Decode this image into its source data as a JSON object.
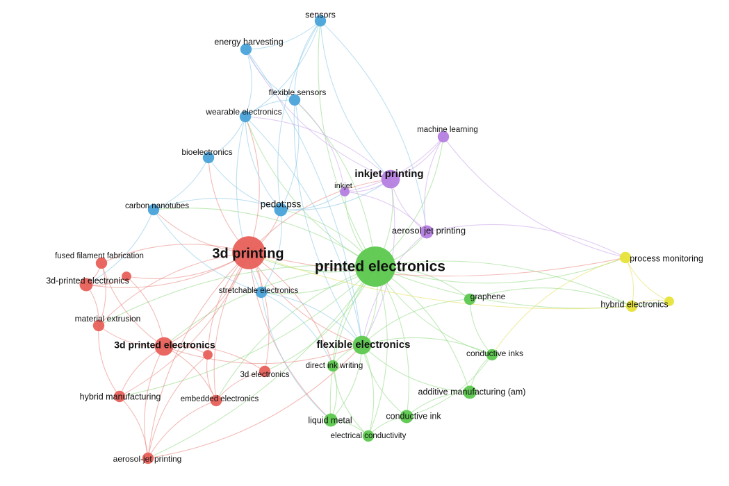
{
  "clusters": {
    "red": {
      "color": "#e8605a",
      "edge": "#e8837c"
    },
    "green": {
      "color": "#5cc84e",
      "edge": "#8ed97f"
    },
    "blue": {
      "color": "#4aa3d9",
      "edge": "#86c6e6"
    },
    "purple": {
      "color": "#b57ee0",
      "edge": "#c9a2ea"
    },
    "yellow": {
      "color": "#e6e33a",
      "edge": "#e4df5a"
    }
  },
  "nodes": [
    {
      "id": "printed-electronics",
      "label": "printed electronics",
      "cluster": "green",
      "weight": 10
    },
    {
      "id": "3d-printing",
      "label": "3d printing",
      "cluster": "red",
      "weight": 8
    },
    {
      "id": "inkjet-printing",
      "label": "inkjet printing",
      "cluster": "purple",
      "weight": 4
    },
    {
      "id": "flexible-electronics",
      "label": "flexible electronics",
      "cluster": "green",
      "weight": 4
    },
    {
      "id": "3d-printed-electronics",
      "label": "3d printed electronics",
      "cluster": "red",
      "weight": 4
    },
    {
      "id": "sensors",
      "label": "sensors",
      "cluster": "blue",
      "weight": 2
    },
    {
      "id": "energy-harvesting",
      "label": "energy harvesting",
      "cluster": "blue",
      "weight": 2
    },
    {
      "id": "flexible-sensors",
      "label": "flexible sensors",
      "cluster": "blue",
      "weight": 2
    },
    {
      "id": "wearable-electronics",
      "label": "wearable electronics",
      "cluster": "blue",
      "weight": 2
    },
    {
      "id": "bioelectronics",
      "label": "bioelectronics",
      "cluster": "blue",
      "weight": 2
    },
    {
      "id": "carbon-nanotubes",
      "label": "carbon nanotubes",
      "cluster": "blue",
      "weight": 2
    },
    {
      "id": "pedot-pss",
      "label": "pedot:pss",
      "cluster": "blue",
      "weight": 2.5
    },
    {
      "id": "stretchable-electronics",
      "label": "stretchable electronics",
      "cluster": "blue",
      "weight": 2
    },
    {
      "id": "machine-learning",
      "label": "machine learning",
      "cluster": "purple",
      "weight": 2
    },
    {
      "id": "inkjet",
      "label": "inkjet",
      "cluster": "purple",
      "weight": 1.5
    },
    {
      "id": "aerosol-jet-printing",
      "label": "aerosol jet printing",
      "cluster": "purple",
      "weight": 2.5
    },
    {
      "id": "fused-filament-fabrication",
      "label": "fused filament fabrication",
      "cluster": "red",
      "weight": 2
    },
    {
      "id": "3d-printed-electronics-hyphen",
      "label": "3d-printed electronics",
      "cluster": "red",
      "weight": 2.5
    },
    {
      "id": "material-extrusion",
      "label": "material extrusion",
      "cluster": "red",
      "weight": 2
    },
    {
      "id": "hybrid-manufacturing",
      "label": "hybrid manufacturing",
      "cluster": "red",
      "weight": 2
    },
    {
      "id": "embedded-electronics",
      "label": "embedded electronics",
      "cluster": "red",
      "weight": 2
    },
    {
      "id": "3d-electronics",
      "label": "3d electronics",
      "cluster": "red",
      "weight": 2
    },
    {
      "id": "aerosol-jet-printing-hyphen",
      "label": "aerosol-jet printing",
      "cluster": "red",
      "weight": 2
    },
    {
      "id": "red-unlabeled-1",
      "label": "",
      "cluster": "red",
      "weight": 1.5
    },
    {
      "id": "red-unlabeled-2",
      "label": "",
      "cluster": "red",
      "weight": 1.5
    },
    {
      "id": "graphene",
      "label": "graphene",
      "cluster": "green",
      "weight": 2
    },
    {
      "id": "conductive-inks",
      "label": "conductive inks",
      "cluster": "green",
      "weight": 2
    },
    {
      "id": "additive-manufacturing-am",
      "label": "additive manufacturing (am)",
      "cluster": "green",
      "weight": 2.5
    },
    {
      "id": "direct-ink-writing",
      "label": "direct ink writing",
      "cluster": "green",
      "weight": 2
    },
    {
      "id": "conductive-ink",
      "label": "conductive ink",
      "cluster": "green",
      "weight": 2.5
    },
    {
      "id": "liquid-metal",
      "label": "liquid metal",
      "cluster": "green",
      "weight": 2.5
    },
    {
      "id": "electrical-conductivity",
      "label": "electrical conductivity",
      "cluster": "green",
      "weight": 2
    },
    {
      "id": "process-monitoring",
      "label": "process monitoring",
      "cluster": "yellow",
      "weight": 2
    },
    {
      "id": "hybrid-electronics",
      "label": "hybrid electronics",
      "cluster": "yellow",
      "weight": 2
    },
    {
      "id": "yellow-unlabeled-1",
      "label": "",
      "cluster": "yellow",
      "weight": 1.5
    }
  ],
  "edges": [
    [
      "printed-electronics",
      "3d-printing"
    ],
    [
      "printed-electronics",
      "inkjet-printing"
    ],
    [
      "printed-electronics",
      "flexible-electronics"
    ],
    [
      "printed-electronics",
      "3d-printed-electronics"
    ],
    [
      "printed-electronics",
      "sensors"
    ],
    [
      "printed-electronics",
      "flexible-sensors"
    ],
    [
      "printed-electronics",
      "wearable-electronics"
    ],
    [
      "printed-electronics",
      "pedot-pss"
    ],
    [
      "printed-electronics",
      "stretchable-electronics"
    ],
    [
      "printed-electronics",
      "machine-learning"
    ],
    [
      "printed-electronics",
      "inkjet"
    ],
    [
      "printed-electronics",
      "aerosol-jet-printing"
    ],
    [
      "printed-electronics",
      "graphene"
    ],
    [
      "printed-electronics",
      "conductive-inks"
    ],
    [
      "printed-electronics",
      "additive-manufacturing-am"
    ],
    [
      "printed-electronics",
      "direct-ink-writing"
    ],
    [
      "printed-electronics",
      "conductive-ink"
    ],
    [
      "printed-electronics",
      "liquid-metal"
    ],
    [
      "printed-electronics",
      "electrical-conductivity"
    ],
    [
      "printed-electronics",
      "process-monitoring"
    ],
    [
      "printed-electronics",
      "hybrid-electronics"
    ],
    [
      "printed-electronics",
      "yellow-unlabeled-1"
    ],
    [
      "printed-electronics",
      "3d-electronics"
    ],
    [
      "printed-electronics",
      "embedded-electronics"
    ],
    [
      "printed-electronics",
      "hybrid-manufacturing"
    ],
    [
      "printed-electronics",
      "material-extrusion"
    ],
    [
      "printed-electronics",
      "aerosol-jet-printing-hyphen"
    ],
    [
      "printed-electronics",
      "carbon-nanotubes"
    ],
    [
      "3d-printing",
      "3d-printed-electronics"
    ],
    [
      "3d-printing",
      "fused-filament-fabrication"
    ],
    [
      "3d-printing",
      "3d-printed-electronics-hyphen"
    ],
    [
      "3d-printing",
      "material-extrusion"
    ],
    [
      "3d-printing",
      "hybrid-manufacturing"
    ],
    [
      "3d-printing",
      "embedded-electronics"
    ],
    [
      "3d-printing",
      "3d-electronics"
    ],
    [
      "3d-printing",
      "aerosol-jet-printing-hyphen"
    ],
    [
      "3d-printing",
      "carbon-nanotubes"
    ],
    [
      "3d-printing",
      "pedot-pss"
    ],
    [
      "3d-printing",
      "stretchable-electronics"
    ],
    [
      "3d-printing",
      "wearable-electronics"
    ],
    [
      "3d-printing",
      "bioelectronics"
    ],
    [
      "3d-printing",
      "flexible-electronics"
    ],
    [
      "3d-printing",
      "inkjet-printing"
    ],
    [
      "3d-printing",
      "process-monitoring"
    ],
    [
      "3d-printing",
      "direct-ink-writing"
    ],
    [
      "3d-printing",
      "liquid-metal"
    ],
    [
      "3d-printing",
      "red-unlabeled-1"
    ],
    [
      "3d-printing",
      "red-unlabeled-2"
    ],
    [
      "3d-printed-electronics",
      "material-extrusion"
    ],
    [
      "3d-printed-electronics",
      "hybrid-manufacturing"
    ],
    [
      "3d-printed-electronics",
      "embedded-electronics"
    ],
    [
      "3d-printed-electronics",
      "aerosol-jet-printing-hyphen"
    ],
    [
      "3d-printed-electronics",
      "fused-filament-fabrication"
    ],
    [
      "3d-printed-electronics",
      "red-unlabeled-1"
    ],
    [
      "3d-printed-electronics",
      "red-unlabeled-2"
    ],
    [
      "3d-printed-electronics",
      "flexible-electronics"
    ],
    [
      "3d-printed-electronics",
      "3d-electronics"
    ],
    [
      "3d-printed-electronics-hyphen",
      "fused-filament-fabrication"
    ],
    [
      "3d-printed-electronics-hyphen",
      "material-extrusion"
    ],
    [
      "3d-printed-electronics-hyphen",
      "red-unlabeled-1"
    ],
    [
      "fused-filament-fabrication",
      "material-extrusion"
    ],
    [
      "material-extrusion",
      "hybrid-manufacturing"
    ],
    [
      "hybrid-manufacturing",
      "aerosol-jet-printing-hyphen"
    ],
    [
      "embedded-electronics",
      "aerosol-jet-printing-hyphen"
    ],
    [
      "embedded-electronics",
      "red-unlabeled-2"
    ],
    [
      "3d-electronics",
      "embedded-electronics"
    ],
    [
      "aerosol-jet-printing-hyphen",
      "red-unlabeled-2"
    ],
    [
      "aerosol-jet-printing-hyphen",
      "flexible-electronics"
    ],
    [
      "sensors",
      "energy-harvesting"
    ],
    [
      "sensors",
      "flexible-sensors"
    ],
    [
      "sensors",
      "wearable-electronics"
    ],
    [
      "sensors",
      "inkjet-printing"
    ],
    [
      "sensors",
      "aerosol-jet-printing"
    ],
    [
      "sensors",
      "pedot-pss"
    ],
    [
      "energy-harvesting",
      "wearable-electronics"
    ],
    [
      "energy-harvesting",
      "flexible-sensors"
    ],
    [
      "energy-harvesting",
      "flexible-electronics"
    ],
    [
      "flexible-sensors",
      "wearable-electronics"
    ],
    [
      "flexible-sensors",
      "pedot-pss"
    ],
    [
      "flexible-sensors",
      "flexible-electronics"
    ],
    [
      "wearable-electronics",
      "bioelectronics"
    ],
    [
      "wearable-electronics",
      "pedot-pss"
    ],
    [
      "wearable-electronics",
      "flexible-electronics"
    ],
    [
      "wearable-electronics",
      "stretchable-electronics"
    ],
    [
      "bioelectronics",
      "carbon-nanotubes"
    ],
    [
      "bioelectronics",
      "pedot-pss"
    ],
    [
      "carbon-nanotubes",
      "pedot-pss"
    ],
    [
      "carbon-nanotubes",
      "stretchable-electronics"
    ],
    [
      "carbon-nanotubes",
      "3d-printed-electronics-hyphen"
    ],
    [
      "pedot-pss",
      "inkjet-printing"
    ],
    [
      "pedot-pss",
      "stretchable-electronics"
    ],
    [
      "pedot-pss",
      "inkjet"
    ],
    [
      "stretchable-electronics",
      "flexible-electronics"
    ],
    [
      "stretchable-electronics",
      "liquid-metal"
    ],
    [
      "stretchable-electronics",
      "direct-ink-writing"
    ],
    [
      "inkjet-printing",
      "machine-learning"
    ],
    [
      "inkjet-printing",
      "inkjet"
    ],
    [
      "inkjet-printing",
      "aerosol-jet-printing"
    ],
    [
      "inkjet-printing",
      "flexible-electronics"
    ],
    [
      "inkjet-printing",
      "wearable-electronics"
    ],
    [
      "inkjet-printing",
      "energy-harvesting"
    ],
    [
      "machine-learning",
      "aerosol-jet-printing"
    ],
    [
      "machine-learning",
      "inkjet"
    ],
    [
      "machine-learning",
      "process-monitoring"
    ],
    [
      "inkjet",
      "aerosol-jet-printing"
    ],
    [
      "inkjet",
      "flexible-sensors"
    ],
    [
      "aerosol-jet-printing",
      "process-monitoring"
    ],
    [
      "aerosol-jet-printing",
      "flexible-electronics"
    ],
    [
      "flexible-electronics",
      "conductive-inks"
    ],
    [
      "flexible-electronics",
      "direct-ink-writing"
    ],
    [
      "flexible-electronics",
      "liquid-metal"
    ],
    [
      "flexible-electronics",
      "conductive-ink"
    ],
    [
      "flexible-electronics",
      "graphene"
    ],
    [
      "flexible-electronics",
      "additive-manufacturing-am"
    ],
    [
      "flexible-electronics",
      "electrical-conductivity"
    ],
    [
      "graphene",
      "conductive-inks"
    ],
    [
      "graphene",
      "hybrid-electronics"
    ],
    [
      "conductive-inks",
      "additive-manufacturing-am"
    ],
    [
      "conductive-inks",
      "conductive-ink"
    ],
    [
      "additive-manufacturing-am",
      "conductive-ink"
    ],
    [
      "direct-ink-writing",
      "liquid-metal"
    ],
    [
      "direct-ink-writing",
      "electrical-conductivity"
    ],
    [
      "liquid-metal",
      "electrical-conductivity"
    ],
    [
      "conductive-ink",
      "electrical-conductivity"
    ],
    [
      "process-monitoring",
      "hybrid-electronics"
    ],
    [
      "process-monitoring",
      "yellow-unlabeled-1"
    ],
    [
      "hybrid-electronics",
      "yellow-unlabeled-1"
    ],
    [
      "process-monitoring",
      "conductive-inks"
    ],
    [
      "hybrid-electronics",
      "3d-printing"
    ]
  ]
}
